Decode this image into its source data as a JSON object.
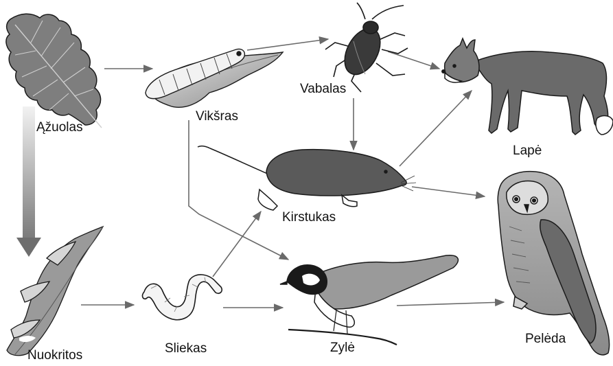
{
  "organisms": {
    "azuolas": {
      "label": "Ąžuolas",
      "icon": "oak-leaf-icon"
    },
    "nuokritos": {
      "label": "Nuokritos",
      "icon": "fallen-leaves-icon"
    },
    "viksras": {
      "label": "Vikšras",
      "icon": "caterpillar-icon"
    },
    "vabalas": {
      "label": "Vabalas",
      "icon": "beetle-icon"
    },
    "lape": {
      "label": "Lapė",
      "icon": "fox-icon"
    },
    "kirstukas": {
      "label": "Kirstukas",
      "icon": "shrew-icon"
    },
    "sliekas": {
      "label": "Sliekas",
      "icon": "earthworm-icon"
    },
    "zyle": {
      "label": "Zylė",
      "icon": "tit-bird-icon"
    },
    "peleda": {
      "label": "Pelėda",
      "icon": "owl-icon"
    }
  },
  "links": [
    {
      "from": "azuolas",
      "to": "viksras"
    },
    {
      "from": "azuolas",
      "to": "nuokritos"
    },
    {
      "from": "viksras",
      "to": "vabalas"
    },
    {
      "from": "viksras",
      "to": "zyle"
    },
    {
      "from": "vabalas",
      "to": "lape"
    },
    {
      "from": "vabalas",
      "to": "kirstukas"
    },
    {
      "from": "kirstukas",
      "to": "lape"
    },
    {
      "from": "kirstukas",
      "to": "peleda"
    },
    {
      "from": "nuokritos",
      "to": "sliekas"
    },
    {
      "from": "sliekas",
      "to": "kirstukas"
    },
    {
      "from": "sliekas",
      "to": "zyle"
    },
    {
      "from": "zyle",
      "to": "peleda"
    }
  ],
  "colors": {
    "ink": "#1a1a1a",
    "arrow": "#6a6a6a",
    "fur_dark": "#555555",
    "fur_mid": "#8c8c8c",
    "leaf_light": "#c8c8c8"
  }
}
